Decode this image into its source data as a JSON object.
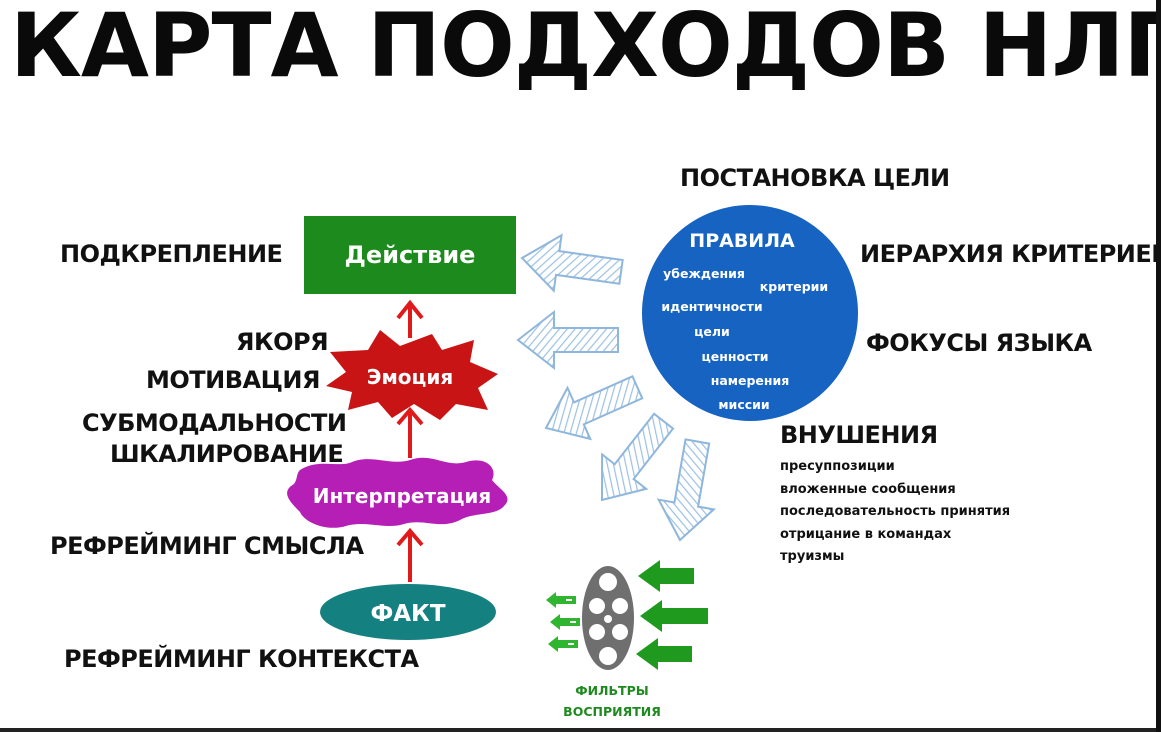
{
  "title": "КАРТА ПОДХОДОВ НЛП",
  "chain": {
    "action": "Действие",
    "emotion": "Эмоция",
    "interpretation": "Интерпретация",
    "fact": "ФАКТ"
  },
  "left_labels": {
    "reinforcement": "ПОДКРЕПЛЕНИЕ",
    "anchors": "ЯКОРЯ",
    "motivation": "МОТИВАЦИЯ",
    "submodalities": "СУБМОДАЛЬНОСТИ",
    "scaling": "ШКАЛИРОВАНИЕ",
    "meaning_reframing": "РЕФРЕЙМИНГ СМЫСЛА",
    "context_reframing": "РЕФРЕЙМИНГ КОНТЕКСТА"
  },
  "rules_circle": {
    "title": "ПРАВИЛА",
    "items": [
      "убеждения",
      "критерии",
      "идентичности",
      "цели",
      "ценности",
      "намерения",
      "миссии"
    ]
  },
  "right_labels": {
    "goal_setting": "ПОСТАНОВКА ЦЕЛИ",
    "criteria_hierarchy": "ИЕРАРХИЯ КРИТЕРИЕВ",
    "language_focus": "ФОКУСЫ ЯЗЫКА",
    "suggestions": "ВНУШЕНИЯ"
  },
  "suggestions_list": [
    "пресуппозиции",
    "вложенные сообщения",
    "последовательность принятия",
    "отрицание в командах",
    "труизмы"
  ],
  "filters": {
    "line1": "ФИЛЬТРЫ",
    "line2": "ВОСПРИЯТИЯ"
  },
  "colors": {
    "action": "#1d8a1d",
    "emotion": "#c81414",
    "interpretation": "#b51fb5",
    "fact": "#158080",
    "rules": "#1763c2",
    "arrows_blue": "#8fb6dc",
    "arrows_green": "#1f9a1f",
    "arrows_red": "#e01a1a"
  },
  "icons": {
    "film_reel": "film-reel-icon"
  }
}
